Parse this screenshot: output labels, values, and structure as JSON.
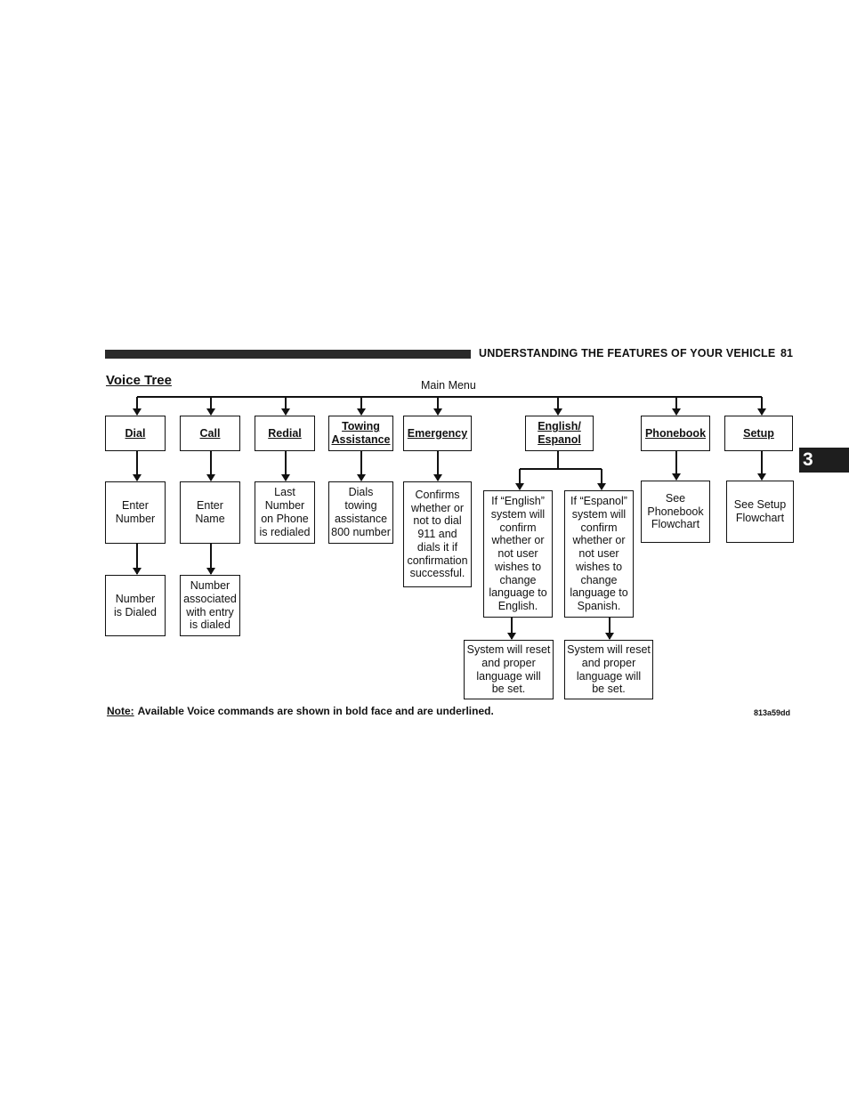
{
  "header": {
    "section_title": "UNDERSTANDING THE FEATURES OF YOUR VEHICLE",
    "page_number": "81",
    "chapter_tab": "3"
  },
  "diagram": {
    "title": "Voice Tree",
    "root_label": "Main Menu",
    "commands": {
      "dial": "Dial",
      "call": "Call",
      "redial": "Redial",
      "towing": "Towing\nAssistance",
      "emergency": "Emergency",
      "language": "English/\nEspanol",
      "phonebook": "Phonebook",
      "setup": "Setup"
    },
    "responses": {
      "enter_number": "Enter\nNumber",
      "number_dialed": "Number\nis Dialed",
      "enter_name": "Enter\nName",
      "number_associated": "Number\nassociated\nwith entry\nis dialed",
      "last_number": "Last\nNumber\non Phone\nis redialed",
      "dials_towing": "Dials\ntowing\nassistance\n800 number",
      "confirms_911": "Confirms\nwhether or\nnot to dial\n911 and\ndials it if\nconfirmation\nsuccessful.",
      "if_english": "If “English”\nsystem will\nconfirm\nwhether or\nnot user\nwishes to\nchange\nlanguage to\nEnglish.",
      "if_espanol": "If “Espanol”\nsystem will\nconfirm\nwhether or\nnot user\nwishes to\nchange\nlanguage to\nSpanish.",
      "reset_english": "System will reset\nand proper\nlanguage will\nbe set.",
      "reset_espanol": "System will reset\nand proper\nlanguage will\nbe set.",
      "see_phonebook": "See\nPhonebook\nFlowchart",
      "see_setup": "See Setup\nFlowchart"
    }
  },
  "note": {
    "label": "Note:",
    "text": "Available Voice commands are shown in bold face and are underlined."
  },
  "figure_ref": "813a59dd",
  "colors": {
    "ink": "#111111",
    "bar": "#2a2a2a"
  }
}
